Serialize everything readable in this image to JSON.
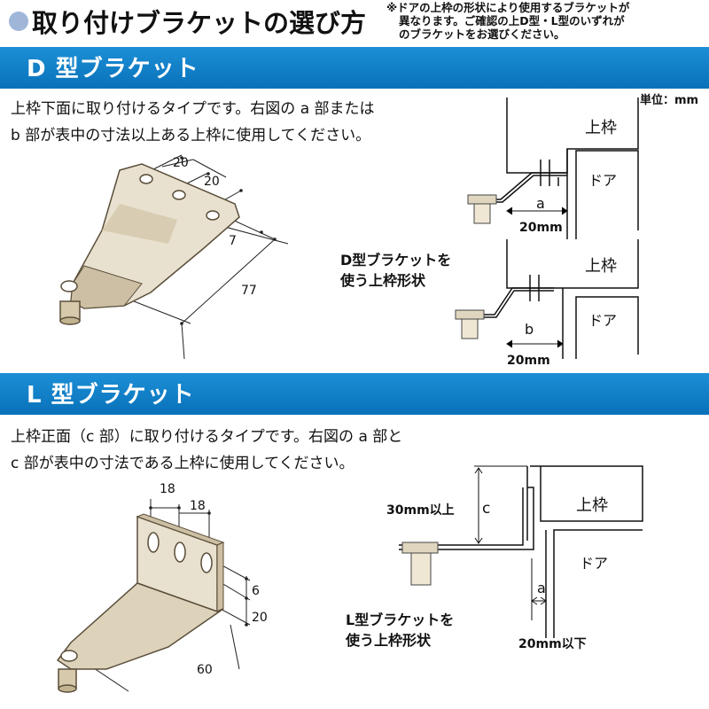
{
  "header": {
    "title": "取り付けブラケットの選び方",
    "note": [
      "※ドアの上枠の形状により使用するブラケットが",
      "異なります。ご確認の上D型・L型のいずれが",
      "のブラケットをお選びください。"
    ]
  },
  "unit_label": "単位：mm",
  "d_section": {
    "heading": "D 型ブラケット",
    "description": [
      "上枠下面に取り付けるタイプです。右図の a 部または",
      "b 部が表中の寸法以上ある上枠に使用してください。"
    ],
    "dimensions": [
      "20",
      "20",
      "7",
      "77"
    ],
    "diagram_top": {
      "frame_label": "上枠",
      "door_label": "ドア",
      "gap_label": "a",
      "width_label": "20mm"
    },
    "diagram_bottom": {
      "frame_label": "上枠",
      "door_label": "ドア",
      "gap_label": "b",
      "width_label": "20mm"
    },
    "caption": [
      "D型ブラケットを",
      "使う上枠形状"
    ]
  },
  "l_section": {
    "heading": "L 型ブラケット",
    "description": [
      "上枠正面（c 部）に取り付けるタイプです。右図の a 部と",
      "c 部が表中の寸法である上枠に使用してください。"
    ],
    "dimensions": [
      "18",
      "18",
      "6",
      "20",
      "60"
    ],
    "diagram": {
      "frame_label": "上枠",
      "door_label": "ドア",
      "c_label": "c",
      "a_label": "a",
      "c_limit": "30mm以上",
      "a_limit": "20mm以下"
    },
    "caption": [
      "L型ブラケットを",
      "使う上枠形状"
    ]
  },
  "colors": {
    "band": "#0a73bb",
    "title_dot": "#9fb6d9",
    "bracket_fill": "#e9e1cf",
    "bracket_shade": "#cdbfa3",
    "bracket_stroke": "#5a4e3a"
  }
}
